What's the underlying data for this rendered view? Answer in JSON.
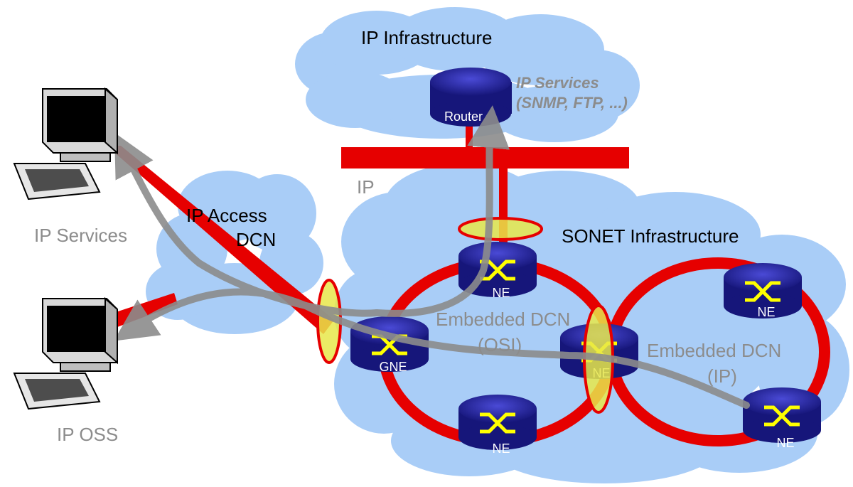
{
  "labels": {
    "ip_infrastructure": "IP Infrastructure",
    "ip_services_note_line1": "IP Services",
    "ip_services_note_line2": "(SNMP, FTP, ...)",
    "router": "Router",
    "ip_bus": "IP",
    "ip_access_dcn_line1": "IP Access",
    "ip_access_dcn_line2": "DCN",
    "sonet_infrastructure": "SONET Infrastructure",
    "ip_services_terminal": "IP Services",
    "ip_oss_terminal": "IP OSS",
    "embedded_dcn_osi_line1": "Embedded DCN",
    "embedded_dcn_osi_line2": "(OSI)",
    "embedded_dcn_ip_line1": "Embedded DCN",
    "embedded_dcn_ip_line2": "(IP)"
  },
  "nodes": {
    "ne_top": "NE",
    "ne_bottom": "NE",
    "ne_center": "NE",
    "gne": "GNE",
    "ne_right_top": "NE",
    "ne_right_bottom": "NE"
  },
  "colors": {
    "cloud": "#a9cdf7",
    "link_red": "#e60000",
    "node_blue": "#1a1a8c",
    "switch_yellow": "#ffff00",
    "flow_gray": "#8c8c8c",
    "gateway_ellipse": "#e8e84a"
  }
}
